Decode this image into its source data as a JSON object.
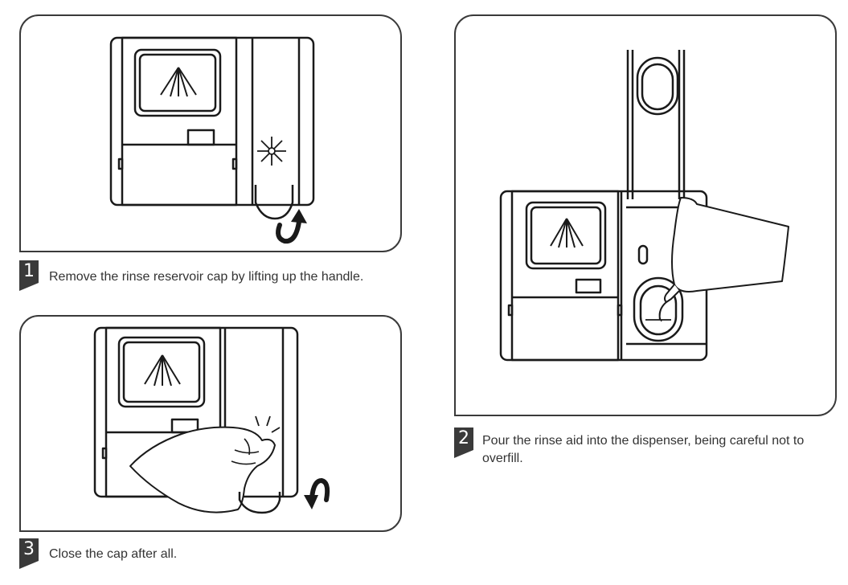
{
  "steps": [
    {
      "number": "1",
      "text": "Remove the rinse reservoir cap by lifting up the handle."
    },
    {
      "number": "2",
      "text": "Pour the rinse aid into the dispenser, being careful not to overfill."
    },
    {
      "number": "3",
      "text": "Close the cap after all."
    }
  ],
  "colors": {
    "line": "#1a1a1a",
    "border": "#3a3a3a",
    "fill": "#ffffff"
  }
}
